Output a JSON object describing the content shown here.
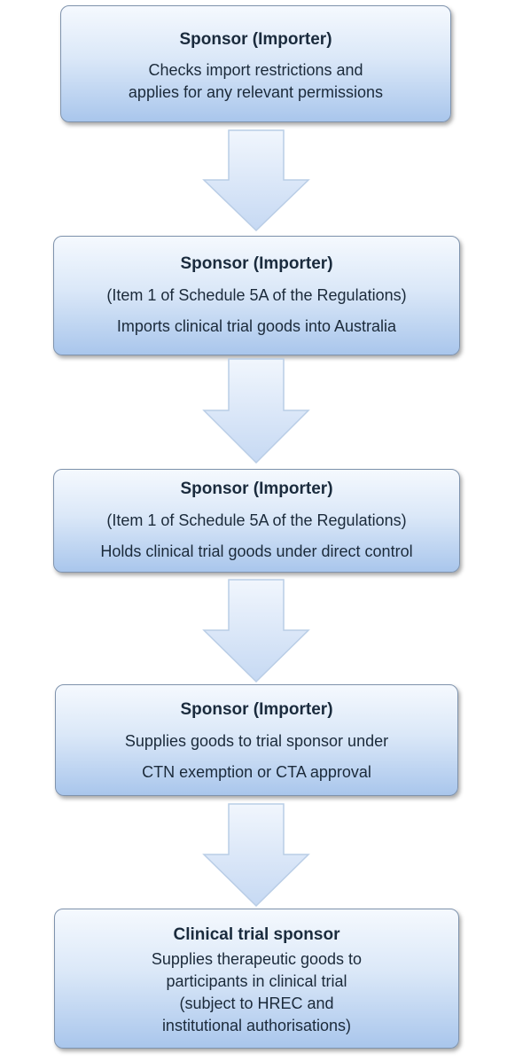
{
  "flow": {
    "steps": [
      {
        "title": "Sponsor (Importer)",
        "lines": [
          "Checks import restrictions and",
          "applies for any relevant permissions"
        ]
      },
      {
        "title": "Sponsor (Importer)",
        "lines": [
          "(Item 1 of Schedule 5A of the Regulations)",
          "Imports clinical trial goods into Australia"
        ]
      },
      {
        "title": "Sponsor (Importer)",
        "lines": [
          "(Item 1 of Schedule 5A of the Regulations)",
          "Holds clinical trial goods under direct control"
        ]
      },
      {
        "title": "Sponsor (Importer)",
        "lines": [
          "Supplies goods to trial sponsor under",
          "CTN exemption or CTA approval"
        ]
      },
      {
        "title": "Clinical trial sponsor",
        "lines": [
          "Supplies therapeutic goods to",
          "participants in clinical trial",
          "(subject to HREC and",
          "institutional authorisations)"
        ]
      }
    ],
    "colors": {
      "box_top": "#f5f9fe",
      "box_bottom": "#a9c6ec",
      "box_border": "#7f93ad",
      "arrow_top": "#eef4fc",
      "arrow_bottom": "#c9dcf4",
      "arrow_border": "#b9cde6",
      "text": "#1b2a3a"
    }
  }
}
